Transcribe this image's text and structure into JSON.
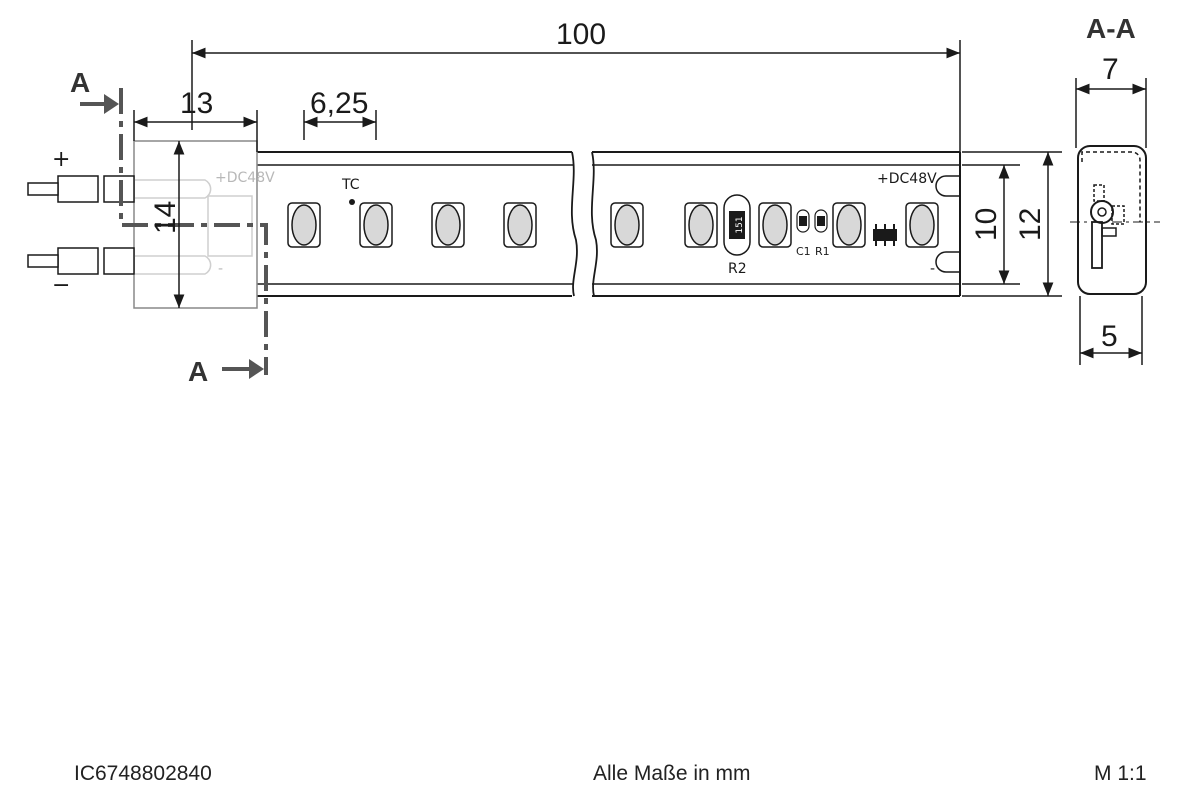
{
  "dimensions": {
    "total_length": "100",
    "connector_length": "13",
    "led_pitch": "6,25",
    "connector_height": "14",
    "pcb_width": "10",
    "strip_width": "12",
    "section_outer_width": "7",
    "section_base_width": "5"
  },
  "section": {
    "marker": "A",
    "marker_bottom": "A",
    "title": "A-A"
  },
  "connector": {
    "plus": "+",
    "minus": "−",
    "pcb_label": "+DC48V",
    "pcb_minus": "-"
  },
  "pcb": {
    "tc_label": "TC",
    "end_label": "+DC48V",
    "end_minus": "-",
    "r2_label": "R2",
    "r2_code": "151",
    "c1_label": "C1",
    "r1_label": "R1"
  },
  "footer": {
    "id": "IC6748802840",
    "units": "Alle Maße in mm",
    "scale": "M 1:1"
  },
  "colors": {
    "line": "#1a1a1a",
    "led_fill": "#d8d8d8",
    "section_line": "#555555",
    "connector_fill": "#ffffff"
  }
}
